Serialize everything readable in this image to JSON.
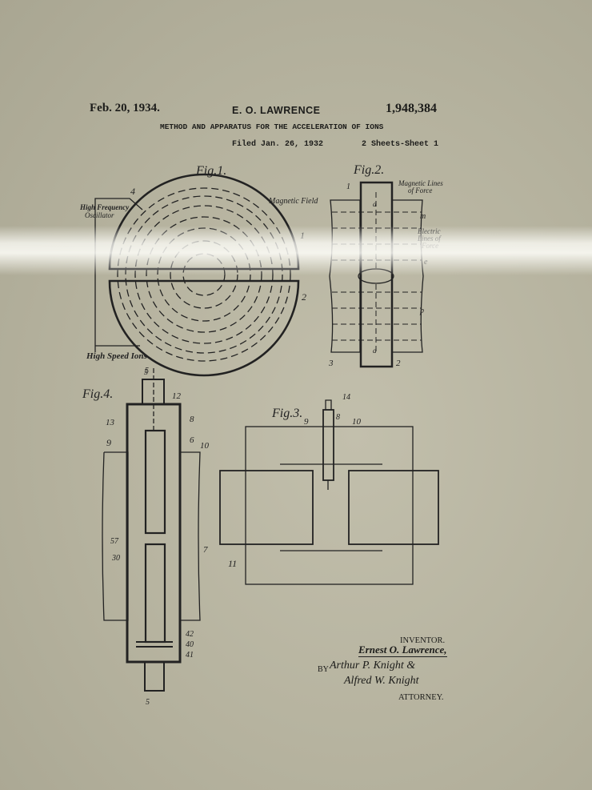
{
  "header": {
    "date": "Feb. 20, 1934.",
    "inventor": "E. O. LAWRENCE",
    "patent_number": "1,948,384",
    "title": "METHOD AND APPARATUS FOR THE ACCELERATION OF IONS",
    "filed": "Filed Jan. 26, 1932",
    "sheets": "2 Sheets-Sheet 1"
  },
  "fig1": {
    "caption": "Fig.1.",
    "labels": {
      "oscillator": "High Frequency",
      "oscillator2": "Oscillator",
      "magnetic_field": "Magnetic Field",
      "ions": "High Speed Ions",
      "n1": "1",
      "n2": "2",
      "n4": "4",
      "n5": "5"
    }
  },
  "fig2": {
    "caption": "Fig.2.",
    "labels": {
      "mag_lines": "Magnetic Lines",
      "mag_lines2": "of Force",
      "elec_lines": "Electric",
      "elec_lines2": "Lines of",
      "elec_lines3": "Force",
      "m": "m",
      "e": "e",
      "p": "p",
      "a_top": "a",
      "a_bot": "a",
      "n1": "1",
      "n2": "2",
      "n3": "3"
    }
  },
  "fig3": {
    "caption": "Fig.3.",
    "labels": {
      "n8": "8",
      "n9": "9",
      "n10": "10",
      "n11": "11",
      "n14": "14"
    }
  },
  "fig4": {
    "caption": "Fig.4.",
    "labels": {
      "n5top": "5",
      "n5bot": "5",
      "n6": "6",
      "n7": "7",
      "n8": "8",
      "n9": "9",
      "n10": "10",
      "n12": "12",
      "n13": "13",
      "n30": "30",
      "n40": "40",
      "n41": "41",
      "n42": "42",
      "n57": "57"
    }
  },
  "signature": {
    "inventor_label": "INVENTOR.",
    "inventor_name": "Ernest O. Lawrence,",
    "by": "BY",
    "attorney1": "Arthur P. Knight &",
    "attorney2": "Alfred W. Knight",
    "attorney_label": "ATTORNEY."
  }
}
